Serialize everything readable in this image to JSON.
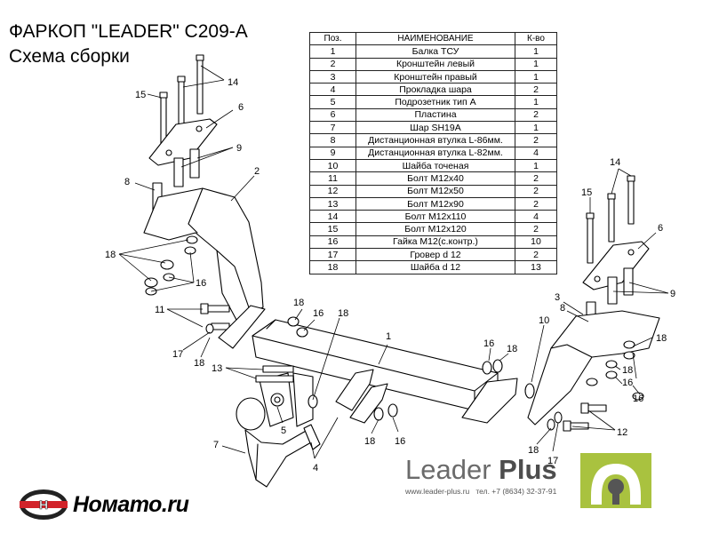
{
  "title": "ФАРКОП \"LEADER\" C209-A",
  "subtitle": "Схема сборки",
  "table": {
    "headers": [
      "Поз.",
      "НАИМЕНОВАНИЕ",
      "К-во"
    ],
    "rows": [
      [
        "1",
        "Балка ТСУ",
        "1"
      ],
      [
        "2",
        "Кронштейн левый",
        "1"
      ],
      [
        "3",
        "Кронштейн правый",
        "1"
      ],
      [
        "4",
        "Прокладка шара",
        "2"
      ],
      [
        "5",
        "Подрозетник тип А",
        "1"
      ],
      [
        "6",
        "Пластина",
        "2"
      ],
      [
        "7",
        "Шар SH19A",
        "1"
      ],
      [
        "8",
        "Дистанционная втулка L-86мм.",
        "2"
      ],
      [
        "9",
        "Дистанционная втулка L-82мм.",
        "4"
      ],
      [
        "10",
        "Шайба точеная",
        "1"
      ],
      [
        "11",
        "Болт М12х40",
        "2"
      ],
      [
        "12",
        "Болт М12х50",
        "2"
      ],
      [
        "13",
        "Болт М12х90",
        "2"
      ],
      [
        "14",
        "Болт М12х110",
        "4"
      ],
      [
        "15",
        "Болт М12х120",
        "2"
      ],
      [
        "16",
        "Гайка М12(с.контр.)",
        "10"
      ],
      [
        "17",
        "Гровер d 12",
        "2"
      ],
      [
        "18",
        "Шайба d 12",
        "13"
      ]
    ]
  },
  "callouts": [
    "14",
    "15",
    "6",
    "9",
    "8",
    "2",
    "18",
    "16",
    "11",
    "17",
    "18",
    "18",
    "16",
    "18",
    "1",
    "16",
    "18",
    "13",
    "5",
    "7",
    "4",
    "18",
    "16",
    "14",
    "15",
    "6",
    "9",
    "3",
    "8",
    "10",
    "18",
    "18",
    "16",
    "16",
    "12",
    "18",
    "17"
  ],
  "brand_left": "Номато.ru",
  "brand_right": {
    "word1": "Leader",
    "word2": "Plus",
    "site": "www.leader-plus.ru",
    "phone": "тел. +7 (8634) 32-37-91"
  },
  "colors": {
    "line": "#000000",
    "logo_green": "#a9c23f",
    "logo_red": "#d2232a",
    "logo_grey": "#555555"
  }
}
